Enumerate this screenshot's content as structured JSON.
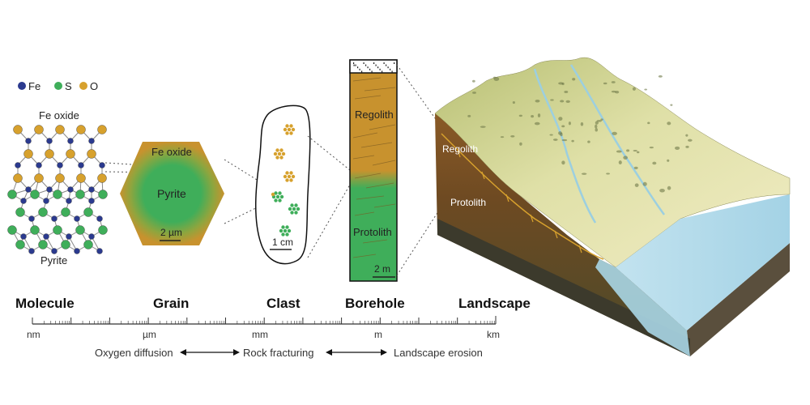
{
  "legend": {
    "fe": {
      "label": "Fe",
      "color": "#2b3a8f"
    },
    "s": {
      "label": "S",
      "color": "#3fae5a"
    },
    "o": {
      "label": "O",
      "color": "#d7a12d"
    }
  },
  "molecule": {
    "top_label": "Fe oxide",
    "bottom_label": "Pyrite"
  },
  "grain": {
    "outer_label": "Fe oxide",
    "inner_label": "Pyrite",
    "scale_label": "2 µm",
    "outer_color": "#c8922e",
    "inner_color": "#3fae5a"
  },
  "clast": {
    "scale_label": "1 cm"
  },
  "borehole": {
    "upper_label": "Regolith",
    "lower_label": "Protolith",
    "scale_label": "2 m",
    "upper_color": "#c8922e",
    "lower_color": "#3fae5a"
  },
  "landscape": {
    "upper_label": "Regolith",
    "lower_label": "Protolith"
  },
  "scale_bar": {
    "titles": [
      "Molecule",
      "Grain",
      "Clast",
      "Borehole",
      "Landscape"
    ],
    "units": [
      "nm",
      "µm",
      "mm",
      "m",
      "km"
    ]
  },
  "processes": {
    "items": [
      "Oxygen diffusion",
      "Rock fracturing",
      "Landscape erosion"
    ]
  }
}
